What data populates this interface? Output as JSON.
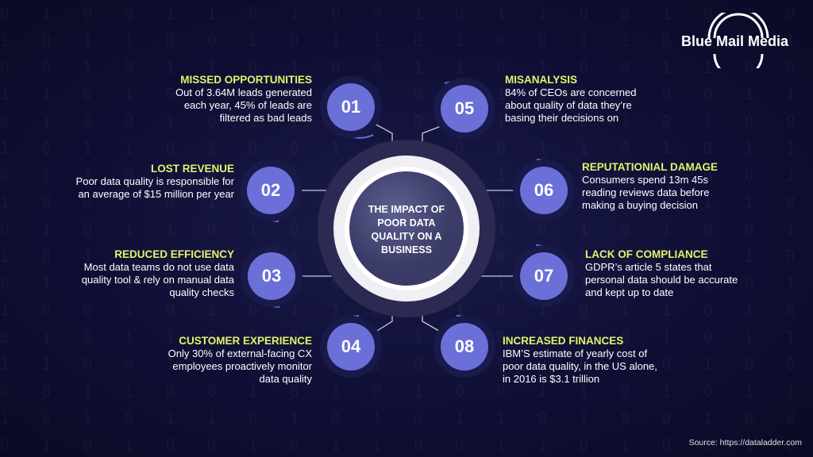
{
  "brand": "Blue Mail Media",
  "center_title": "THE IMPACT OF POOR DATA QUALITY ON A BUSINESS",
  "items": [
    {
      "num": "01",
      "title": "MISSED OPPORTUNITIES",
      "text": "Out of 3.64M leads generated each year, 45% of leads are filtered as bad leads"
    },
    {
      "num": "02",
      "title": "LOST REVENUE",
      "text": "Poor data quality is responsible for an average of $15 million per year"
    },
    {
      "num": "03",
      "title": "REDUCED EFFICIENCY",
      "text": "Most data teams do not use data quality tool & rely on manual data quality checks"
    },
    {
      "num": "04",
      "title": "CUSTOMER EXPERIENCE",
      "text": "Only 30% of external-facing CX employees proactively monitor data quality"
    },
    {
      "num": "05",
      "title": "MISANALYSIS",
      "text": "84% of CEOs are concerned about quality of data they’re basing their decisions on"
    },
    {
      "num": "06",
      "title": "REPUTATIONIAL DAMAGE",
      "text": "Consumers spend 13m 45s reading reviews data before making a buying decision"
    },
    {
      "num": "07",
      "title": "LACK OF COMPLIANCE",
      "text": "GDPR’s article 5 states that personal data should be accurate and kept up to date"
    },
    {
      "num": "08",
      "title": "INCREASED FINANCES",
      "text": "IBM’S estimate of yearly cost of poor data quality, in the US alone, in 2016 is $3.1 trillion"
    }
  ],
  "source": "Source: https://dataladder.com",
  "colors": {
    "accent": "#6b6fd8",
    "title": "#e4f26b",
    "background": "#0e0e33"
  }
}
